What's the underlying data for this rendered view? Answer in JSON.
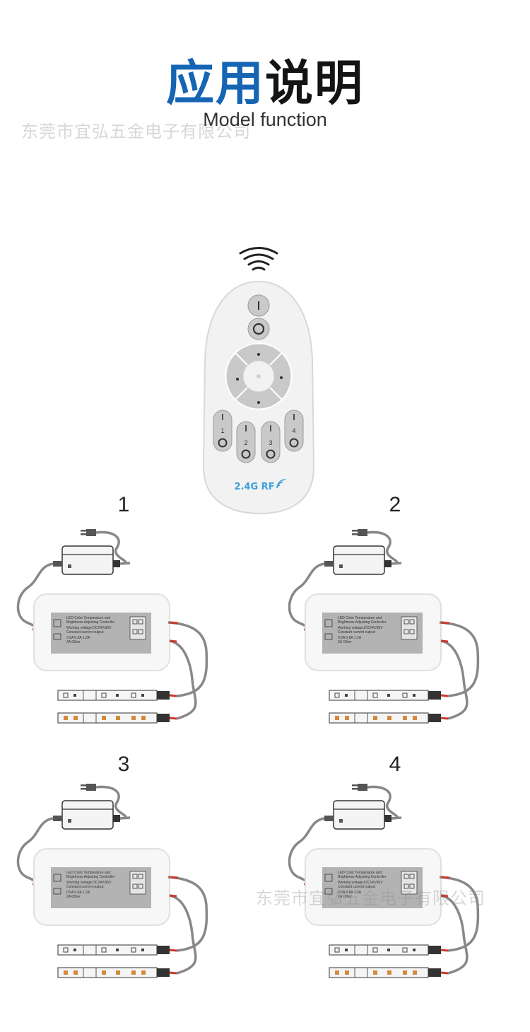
{
  "header": {
    "title_highlight": "应用",
    "title_rest": "说明",
    "subtitle": "Model function"
  },
  "watermark": "东莞市宜弘五金电子有限公司",
  "remote": {
    "button_labels": [
      "1",
      "2",
      "3",
      "4"
    ],
    "rf_label": "2.4G RF",
    "accent_color": "#3aa0d8"
  },
  "diagrams": [
    {
      "number": "1"
    },
    {
      "number": "2"
    },
    {
      "number": "3"
    },
    {
      "number": "4"
    }
  ],
  "controller": {
    "line1": "LED Color Temperature and",
    "line2": "Brightness Adjusting Controller",
    "line3": "Working voltage:DC24V/36V",
    "line4": "Constant current output:",
    "opt1": "0.5A  0.8A  1.2A",
    "opt2": "2A  Other"
  }
}
